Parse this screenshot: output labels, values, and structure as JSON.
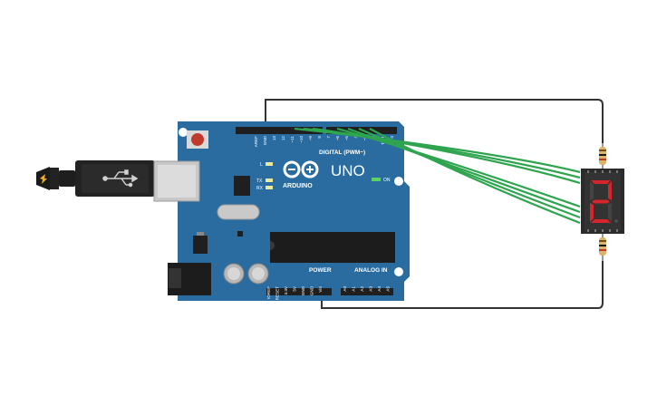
{
  "board": {
    "brand": "ARDUINO",
    "model": "UNO",
    "header_digital_label": "DIGITAL (PWM~)",
    "header_power_label": "POWER",
    "header_analog_label": "ANALOG IN",
    "led_l": "L",
    "led_tx": "TX",
    "led_rx": "RX",
    "led_on": "ON",
    "pins_top": [
      "AREF",
      "GND",
      "13",
      "12",
      "~11",
      "~10",
      "~9",
      "8",
      "7",
      "~6",
      "~5",
      "4",
      "~3",
      "2",
      "TX 1",
      "RX 0"
    ],
    "pins_power": [
      "IOREF",
      "RESET",
      "3.3V",
      "5V",
      "GND",
      "GND",
      "Vin"
    ],
    "pins_analog": [
      "A0",
      "A1",
      "A2",
      "A3",
      "A4",
      "A5"
    ]
  },
  "display": {
    "digit": "2",
    "segment_color": "#d6262c"
  },
  "colors": {
    "board": "#2a6ca0",
    "wire_signal": "#2ea44f",
    "wire_common": "#333333",
    "header": "#1f1f1f"
  },
  "icons": [
    "usb-cable-icon",
    "usb-symbol-icon",
    "reset-button-icon",
    "arduino-infinity-logo-icon",
    "seven-segment-display-icon",
    "resistor-icon"
  ]
}
